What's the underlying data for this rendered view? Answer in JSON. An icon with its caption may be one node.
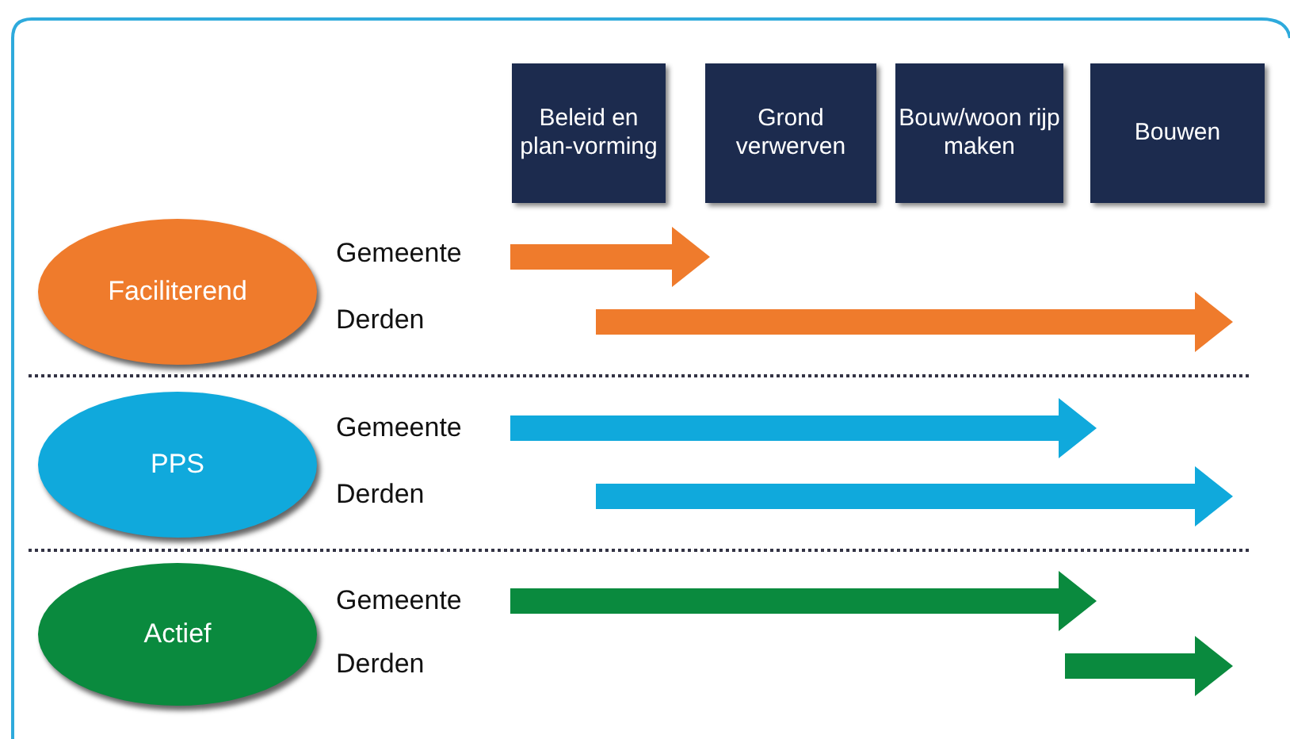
{
  "diagram": {
    "nodes": [
      {
        "text": [
          "Beleid en plan-vorming"
        ]
      },
      {
        "text": [
          "Grond verwerven"
        ]
      },
      {
        "text": [
          "Bouw/woon rijp maken"
        ]
      },
      {
        "text": [
          "Bouwen"
        ]
      },
      {
        "text": [
          "Faciliterend"
        ]
      },
      {
        "text": [
          "PPS"
        ]
      },
      {
        "text": [
          "Actief"
        ]
      }
    ],
    "labels": [
      "Gemeente",
      "Derden",
      "Gemeente",
      "Derden",
      "Gemeente",
      "Derden"
    ]
  }
}
